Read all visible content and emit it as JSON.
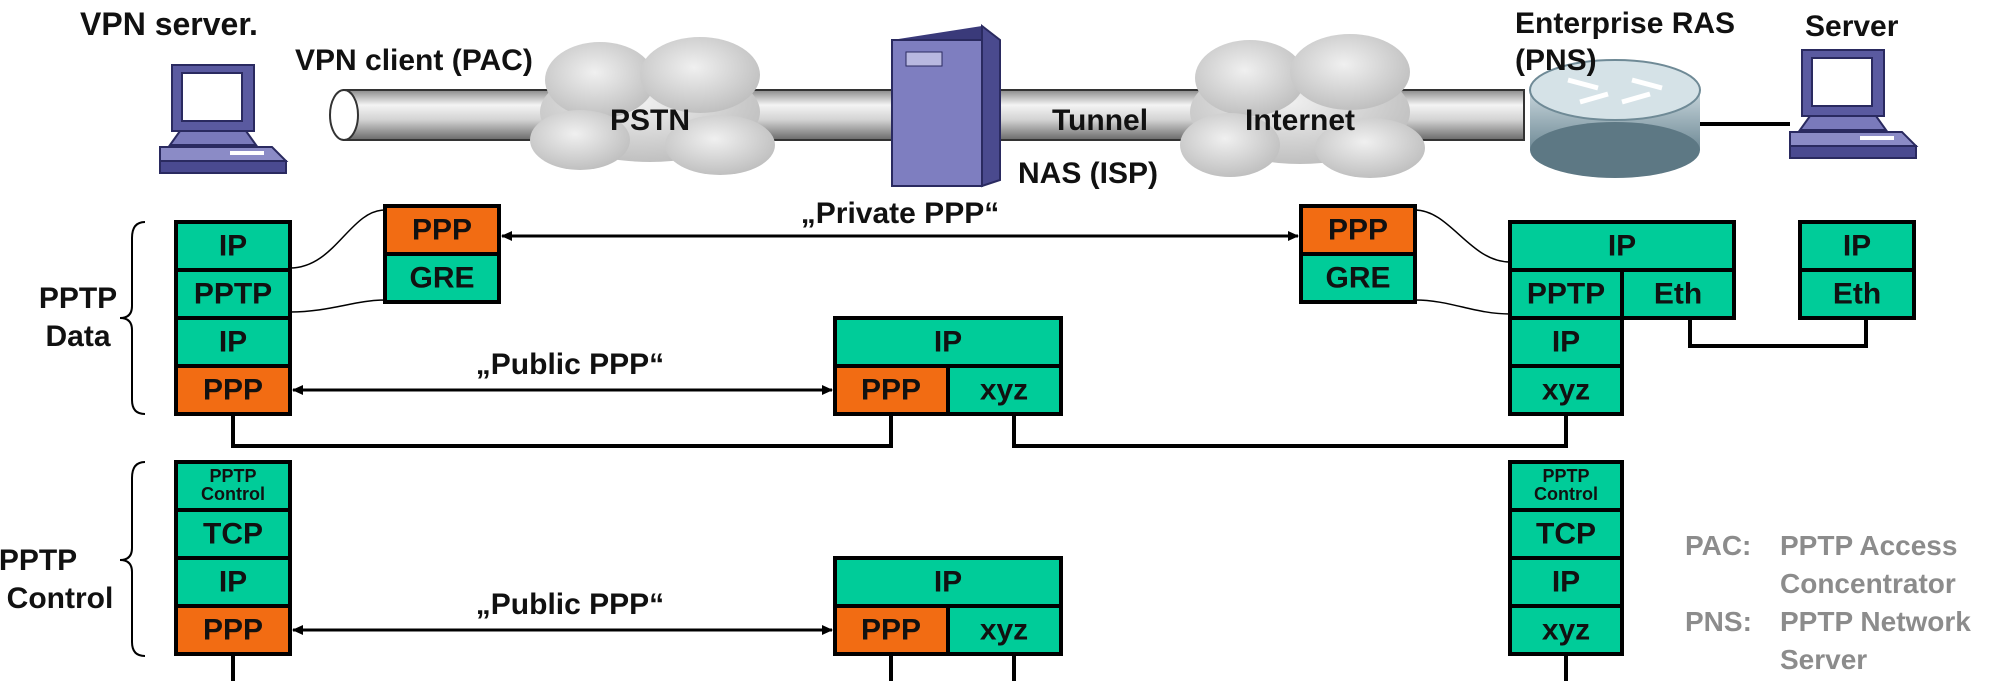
{
  "title": "VPN server.",
  "colors": {
    "green": "#00cc99",
    "orange": "#f26c13",
    "border": "#000000",
    "legend": "#8c8c8c"
  },
  "labels": {
    "vpn_client": "VPN client (PAC)",
    "pstn": "PSTN",
    "tunnel": "Tunnel",
    "internet": "Internet",
    "nas": "NAS (ISP)",
    "enterprise_line1": "Enterprise RAS",
    "enterprise_line2": "(PNS)",
    "server": "Server",
    "private_ppp": "„Private PPP“",
    "public_ppp_data": "„Public PPP“",
    "public_ppp_control": "„Public PPP“",
    "pptp_data_line1": "PPTP",
    "pptp_data_line2": "Data",
    "pptp_control_line1": "PPTP",
    "pptp_control_line2": "Control"
  },
  "stacks": {
    "client_data": [
      "IP",
      "PPTP",
      "IP",
      "PPP"
    ],
    "client_tunnel": [
      "PPP",
      "GRE"
    ],
    "nas_data": {
      "top": "IP",
      "left": "PPP",
      "right": "xyz"
    },
    "ras_tunnel": [
      "PPP",
      "GRE"
    ],
    "ras_data": {
      "top": "IP",
      "mid_left": "PPTP",
      "mid_right": "Eth",
      "lower": [
        "IP",
        "xyz"
      ]
    },
    "server_data": [
      "IP",
      "Eth"
    ],
    "client_control": {
      "control_line1": "PPTP",
      "control_line2": "Control",
      "rows": [
        "TCP",
        "IP",
        "PPP"
      ]
    },
    "nas_control": {
      "top": "IP",
      "left": "PPP",
      "right": "xyz"
    },
    "ras_control": {
      "control_line1": "PPTP",
      "control_line2": "Control",
      "rows": [
        "TCP",
        "IP",
        "xyz"
      ]
    }
  },
  "legend": [
    {
      "abbr": "PAC:",
      "line1": "PPTP Access",
      "line2": "Concentrator"
    },
    {
      "abbr": "PNS:",
      "line1": "PPTP Network",
      "line2": "Server"
    }
  ],
  "icons": [
    "computer-icon",
    "cloud-icon",
    "server-tower-icon",
    "router-icon"
  ]
}
